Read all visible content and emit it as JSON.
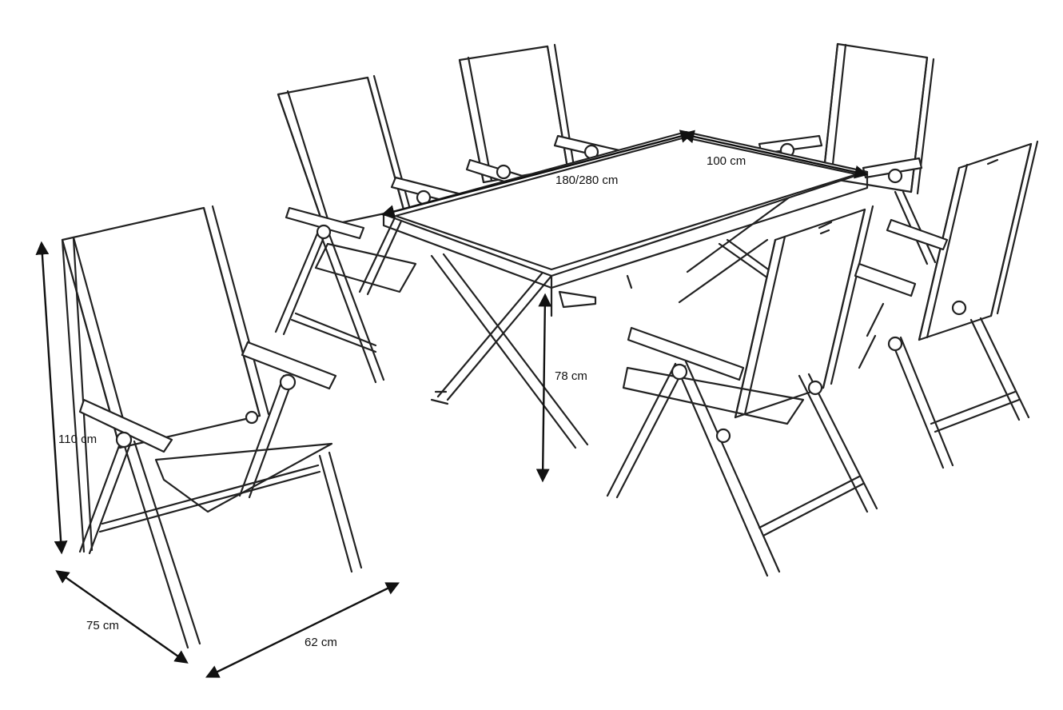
{
  "dimensions": {
    "chair_height": "110 cm",
    "chair_depth": "75 cm",
    "chair_width": "62 cm",
    "table_length": "180/280 cm",
    "table_width": "100 cm",
    "table_height": "78 cm"
  },
  "colors": {
    "line": "#222222",
    "background": "#ffffff"
  },
  "counts": {
    "chairs": 6,
    "tables": 1
  }
}
